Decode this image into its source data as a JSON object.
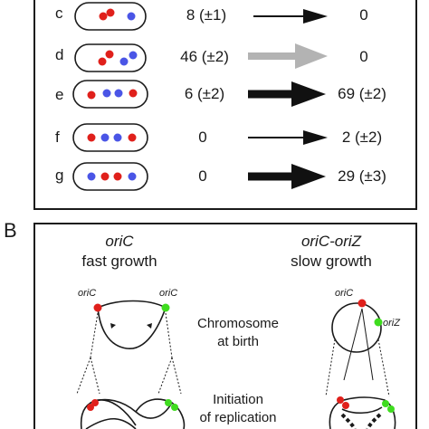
{
  "panel_a": {
    "rows": [
      {
        "letter": "c",
        "left": "8 (±1)",
        "right": "0",
        "cell": [
          "red",
          "red",
          "blue"
        ],
        "arrow": "thin-black"
      },
      {
        "letter": "d",
        "left": "46 (±2)",
        "right": "0",
        "cell": [
          "red",
          "red",
          "blue",
          "blue"
        ],
        "arrow": "thick-grey"
      },
      {
        "letter": "e",
        "left": "6 (±2)",
        "right": "69 (±2)",
        "cell": [
          "red",
          "blue",
          "blue",
          "red"
        ],
        "arrow": "thick-black"
      },
      {
        "letter": "f",
        "left": "0",
        "right": "2 (±2)",
        "cell": [
          "red",
          "blue",
          "blue",
          "red"
        ],
        "arrow": "thin-black"
      },
      {
        "letter": "g",
        "left": "0",
        "right": "29 (±3)",
        "cell": [
          "blue",
          "red",
          "red",
          "blue"
        ],
        "arrow": "thick-black"
      }
    ]
  },
  "panel_b": {
    "label": "B",
    "left_title": "oriC",
    "left_subtitle": "fast growth",
    "right_title": "oriC-oriZ",
    "right_subtitle": "slow growth",
    "left_ori_left": "oriC",
    "left_ori_right": "oriC",
    "right_ori_top": "oriC",
    "right_ori_side": "oriZ",
    "stage1_line1": "Chromosome",
    "stage1_line2": "at birth",
    "stage2_line1": "Initiation",
    "stage2_line2": "of replication"
  },
  "colors": {
    "red": "#e0201b",
    "blue": "#4a55e6",
    "green": "#3fdc1f",
    "grey_arrow": "#b3b3b3",
    "black": "#111111"
  }
}
